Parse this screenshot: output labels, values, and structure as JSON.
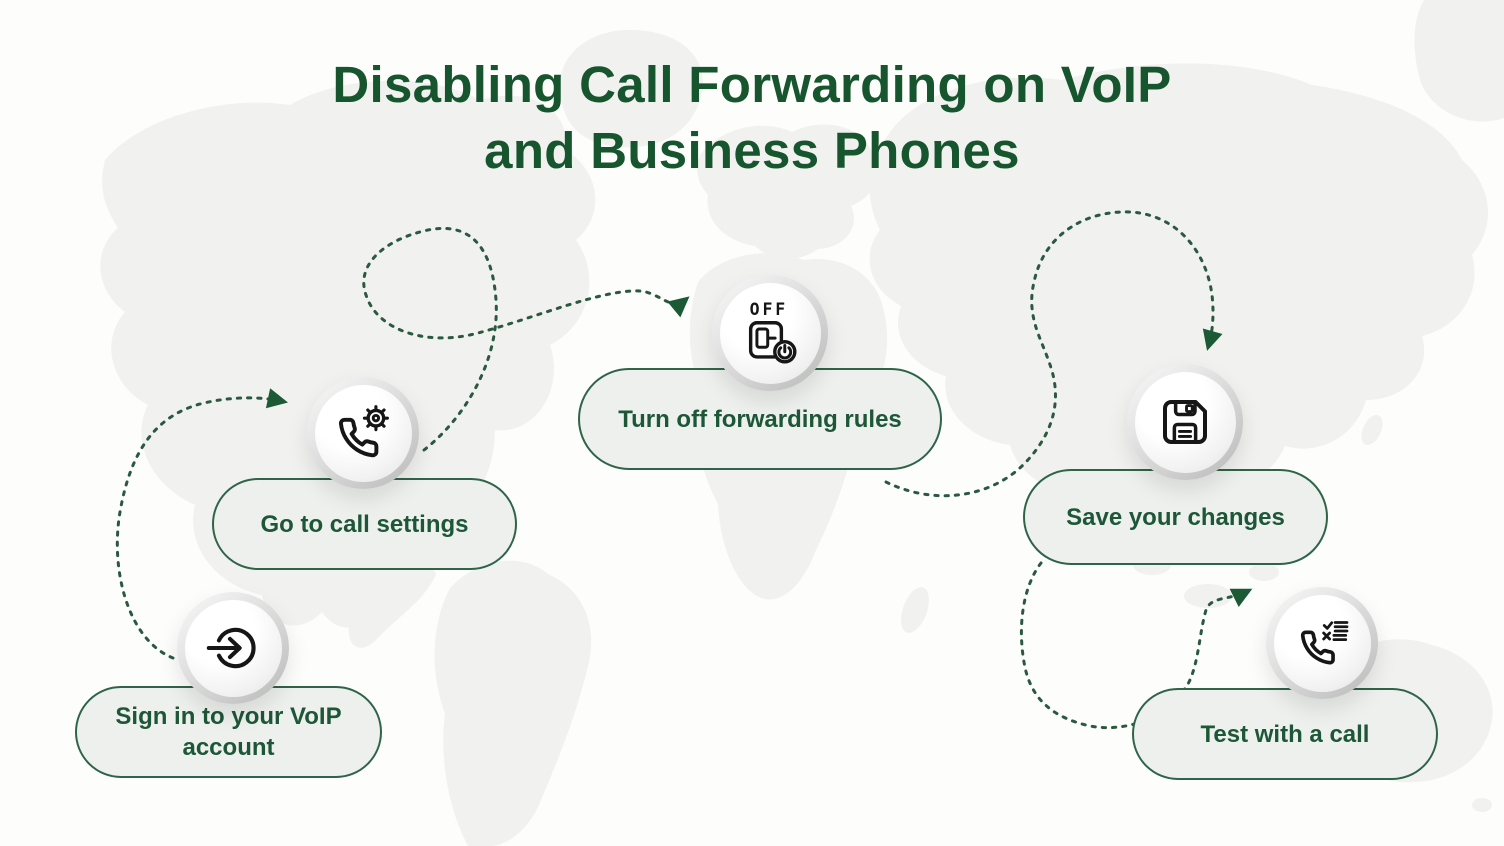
{
  "title": {
    "line1": "Disabling Call Forwarding on VoIP",
    "line2": "and Business Phones"
  },
  "steps": [
    {
      "label": "Sign in to your VoIP account",
      "icon": "login-icon"
    },
    {
      "label": "Go to call settings",
      "icon": "phone-gear-icon"
    },
    {
      "label": "Turn off forwarding rules",
      "icon": "toggle-off-icon",
      "icon_text": "OFF"
    },
    {
      "label": "Save your changes",
      "icon": "floppy-disk-icon"
    },
    {
      "label": "Test with a call",
      "icon": "phone-checklist-icon"
    }
  ],
  "colors": {
    "title_green": "#17552F",
    "label_green": "#1D5737",
    "pill_border_green": "#2F6448",
    "pill_fill": "#EDF0ED",
    "arrow_green": "#2B5940",
    "arrowhead_green": "#1B5A34",
    "icon_black": "#161616",
    "map_gray": "#F1F1EF",
    "background": "#FDFDFC"
  }
}
